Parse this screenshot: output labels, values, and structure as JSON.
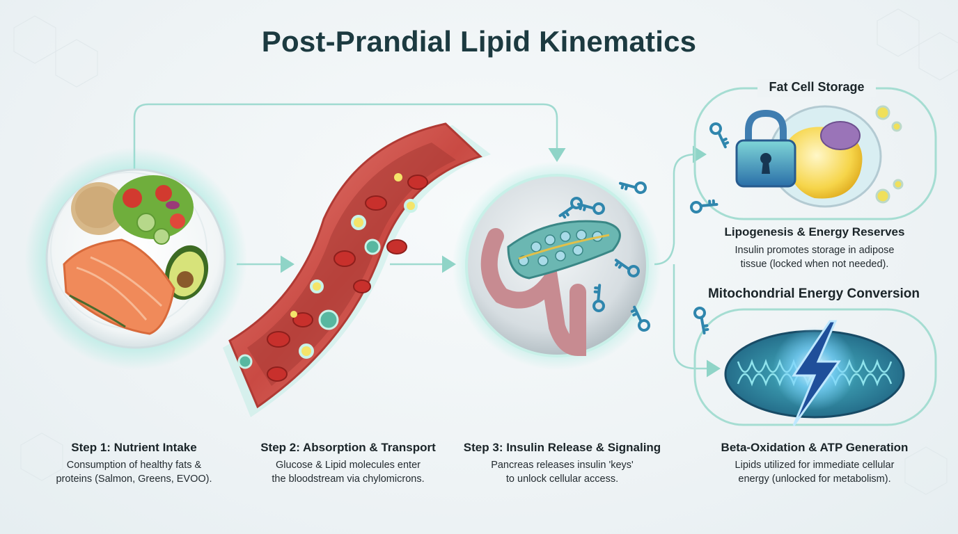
{
  "title": "Post-Prandial Lipid Kinematics",
  "steps": [
    {
      "title": "Step 1: Nutrient Intake",
      "desc_lines": [
        "Consumption of healthy fats &",
        "proteins (Salmon, Greens, EVOO)."
      ]
    },
    {
      "title": "Step 2: Absorption & Transport",
      "desc_lines": [
        "Glucose & Lipid molecules enter",
        "the bloodstream via chylomicrons."
      ]
    },
    {
      "title": "Step 3: Insulin Release & Signaling",
      "desc_lines": [
        "Pancreas releases insulin 'keys'",
        "to unlock cellular access."
      ]
    }
  ],
  "storage": {
    "heading": "Fat Cell Storage",
    "subtitle": "Lipogenesis & Energy Reserves",
    "desc_lines": [
      "Insulin promotes storage in adipose",
      "tissue (locked when not needed)."
    ]
  },
  "mito": {
    "heading": "Mitochondrial Energy Conversion",
    "subtitle": "Beta-Oxidation & ATP Generation",
    "desc_lines": [
      "Lipids utilized for immediate cellular",
      "energy (unlocked for metabolism)."
    ]
  },
  "colors": {
    "glow": "#7fe3d4",
    "connector": "#9fdad0",
    "vessel": "#d9574e",
    "title": "#1c3a40",
    "key": "#3a8fb0"
  },
  "icons": [
    "plate-icon",
    "blood-vessel-icon",
    "pancreas-icon",
    "key-icon",
    "padlock-icon",
    "fat-cell-icon",
    "mitochondrion-icon",
    "lightning-bolt-icon"
  ]
}
